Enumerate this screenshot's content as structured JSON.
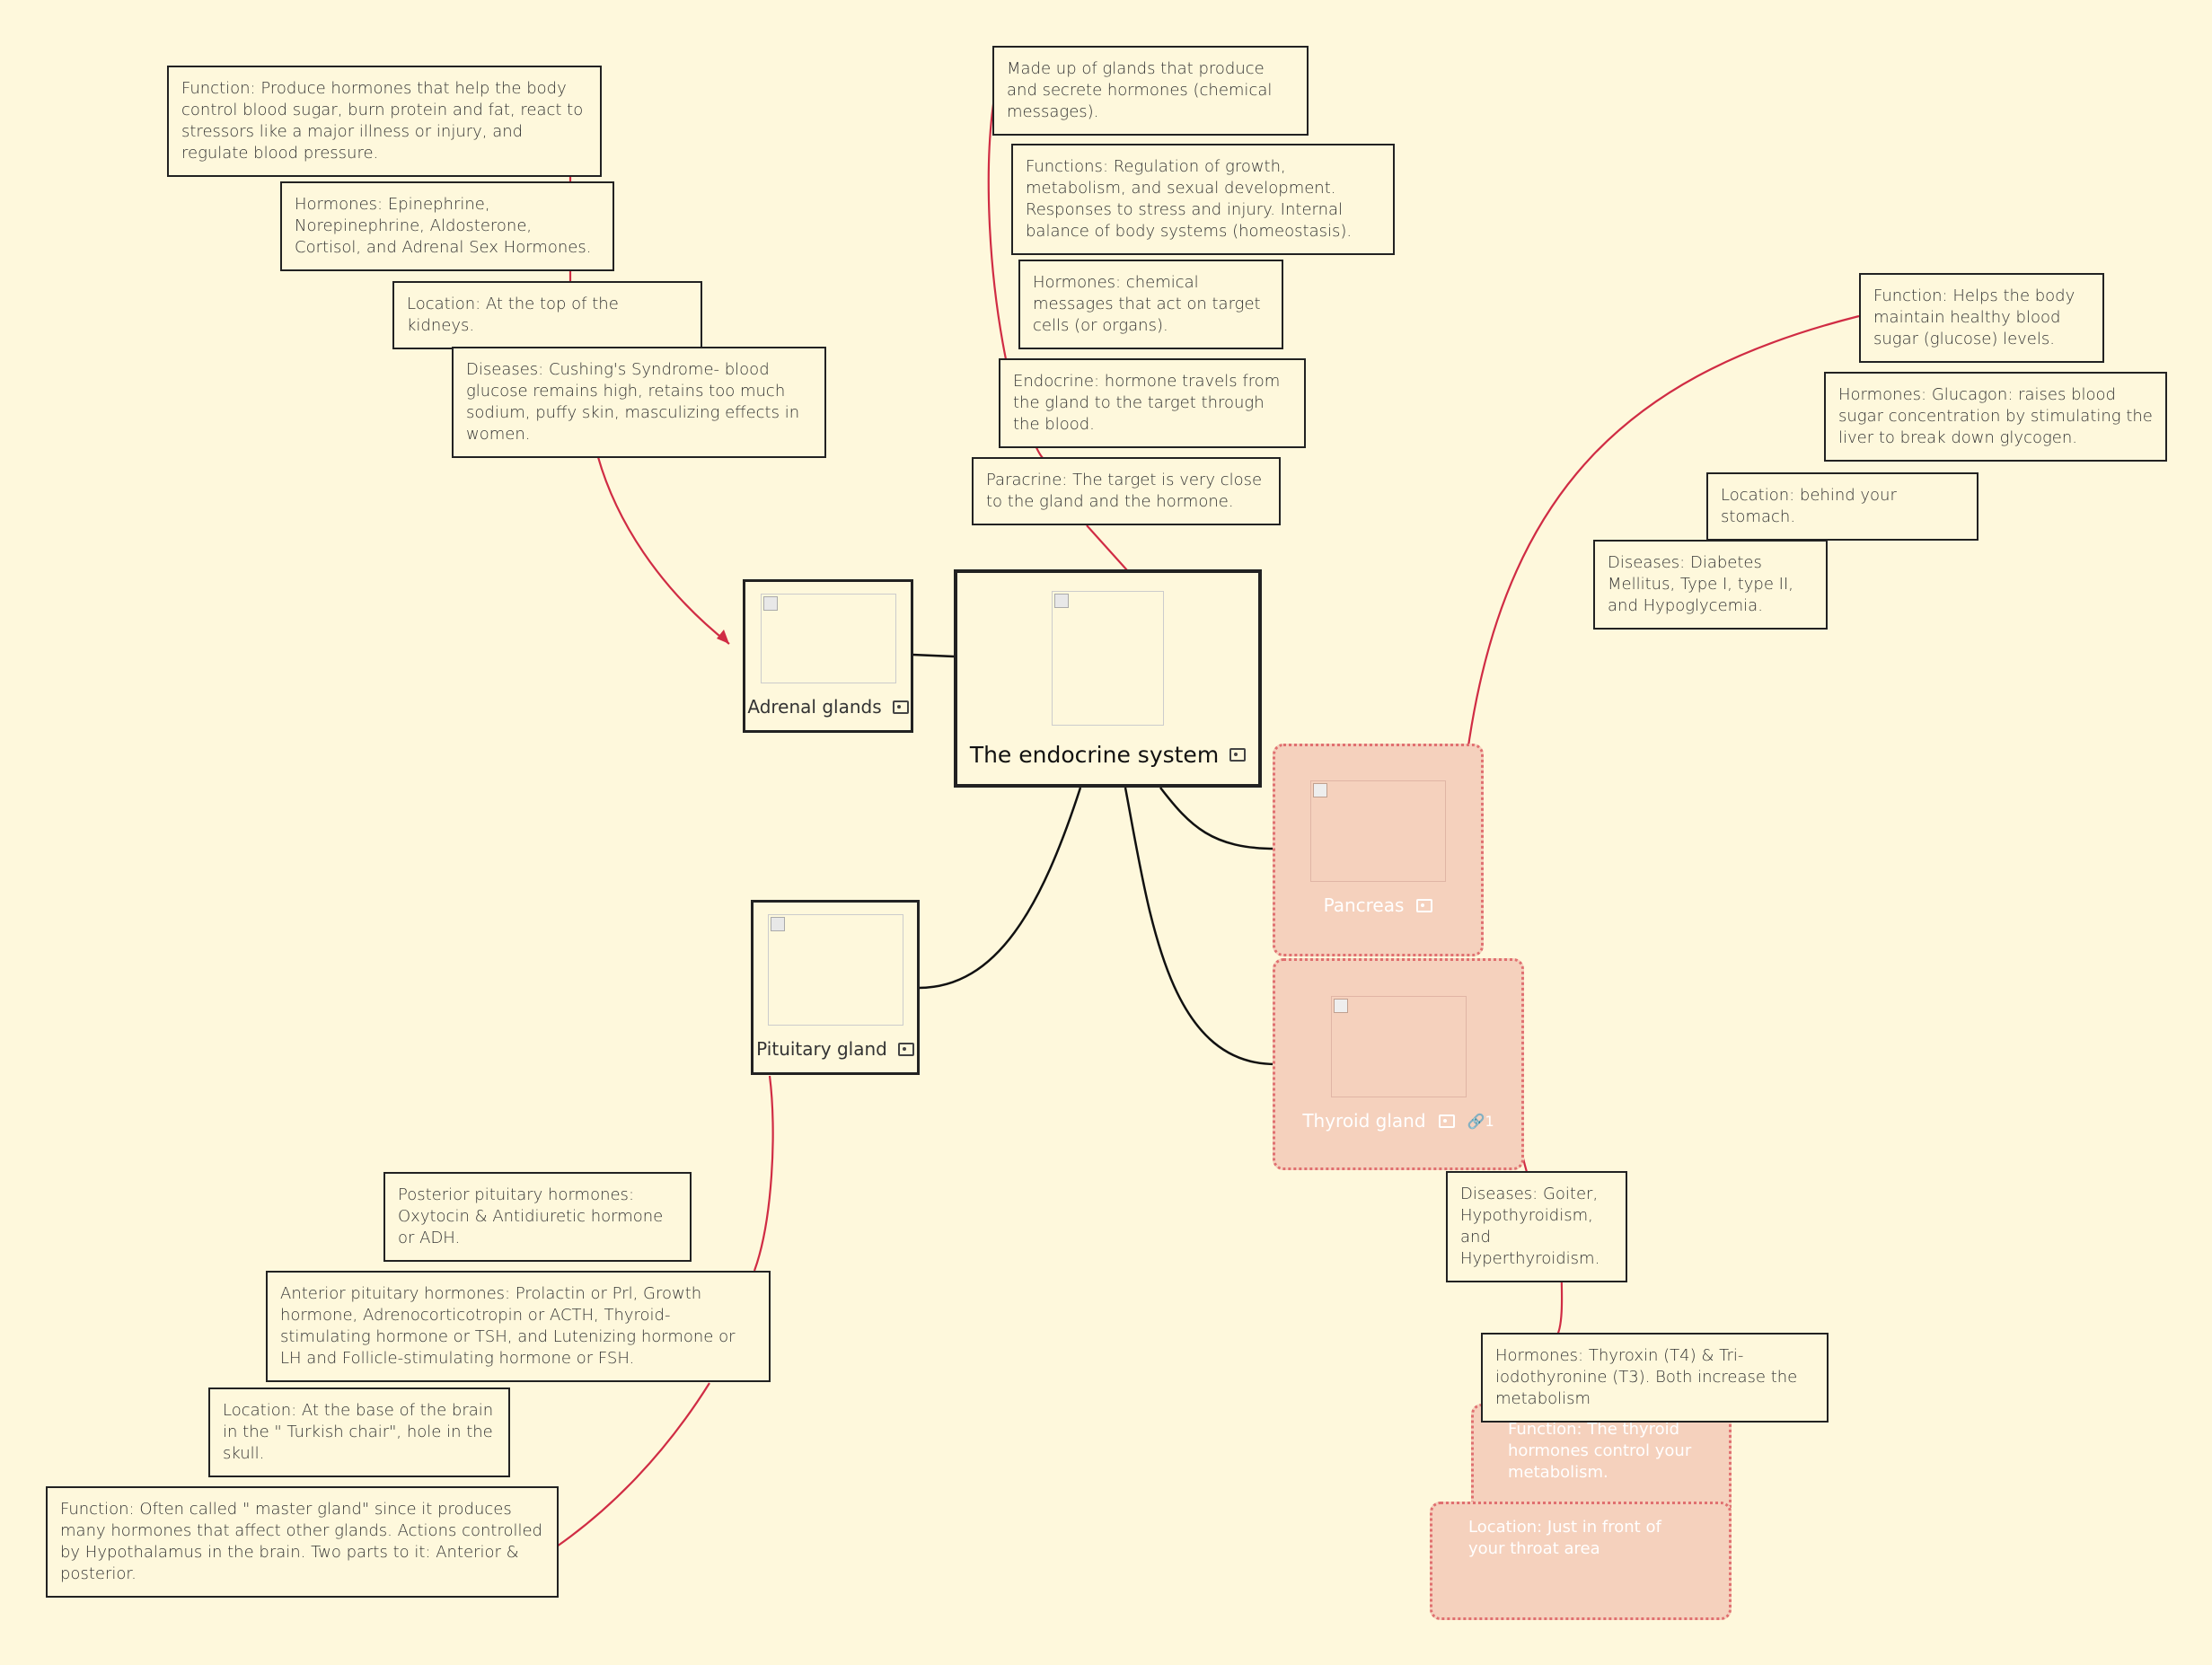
{
  "central": {
    "label": "The endocrine system"
  },
  "nodes": {
    "adrenal": "Adrenal glands",
    "pituitary": "Pituitary gland",
    "pancreas": "Pancreas",
    "thyroid": "Thyroid gland",
    "thyroid_link_count": "1"
  },
  "notes": {
    "adrenal_function": "Function: Produce hormones that help the body control blood sugar, burn protein and fat, react to stressors like a major illness or injury, and regulate blood pressure.",
    "adrenal_hormones": "Hormones: Epinephrine, Norepinephrine, Aldosterone, Cortisol, and Adrenal Sex Hormones.",
    "adrenal_location": "Location: At the top of the kidneys.",
    "adrenal_diseases": "Diseases: Cushing's Syndrome- blood glucose remains high, retains too much sodium, puffy skin, masculizing effects in women.",
    "system_madeup": "Made up of glands that produce and secrete hormones (chemical messages).",
    "system_functions": "Functions: Regulation of growth, metabolism, and sexual development. Responses to stress and injury. Internal balance of body systems (homeostasis).",
    "system_hormones": "Hormones: chemical messages that act on target cells (or organs).",
    "system_endocrine": "Endocrine: hormone travels from the gland to the target through the blood.",
    "system_paracrine": "Paracrine: The target is very close to the gland and the hormone.",
    "pancreas_function": "Function: Helps the body maintain healthy blood sugar (glucose) levels.",
    "pancreas_hormones": "Hormones: Glucagon: raises blood sugar concentration by stimulating the liver to break down glycogen.",
    "pancreas_location": "Location: behind your stomach.",
    "pancreas_diseases": "Diseases: Diabetes Mellitus, Type I, type II, and Hypoglycemia.",
    "pituitary_posterior": "Posterior pituitary hormones: Oxytocin & Antidiuretic hormone or ADH.",
    "pituitary_anterior": "Anterior pituitary hormones: Prolactin or Prl, Growth hormone, Adrenocorticotropin or ACTH, Thyroid-stimulating hormone or TSH, and Lutenizing hormone or LH and Follicle-stimulating hormone or FSH.",
    "pituitary_location": "Location: At the base of the brain in the \" Turkish chair\", hole in the skull.",
    "pituitary_function": "Function: Often called \" master gland\" since it produces many hormones that affect other glands. Actions controlled by Hypothalamus in the brain. Two parts to it: Anterior & posterior.",
    "thyroid_diseases": "Diseases: Goiter, Hypothyroidism, and Hyperthyroidism.",
    "thyroid_hormones": "Hormones: Thyroxin (T4) & Tri-iodothyronine (T3). Both increase the metabolism",
    "thyroid_function": "Function: The thyroid hormones control your metabolism.",
    "thyroid_location": "Location: Just in front of your throat area"
  },
  "colors": {
    "background": "#fef8dc",
    "connector": "#111111",
    "relation": "#d02c44",
    "highlight_fill": "#f5d1bd",
    "highlight_border": "#e07070"
  },
  "icons": {
    "image": "picture-icon",
    "link": "link-icon"
  }
}
